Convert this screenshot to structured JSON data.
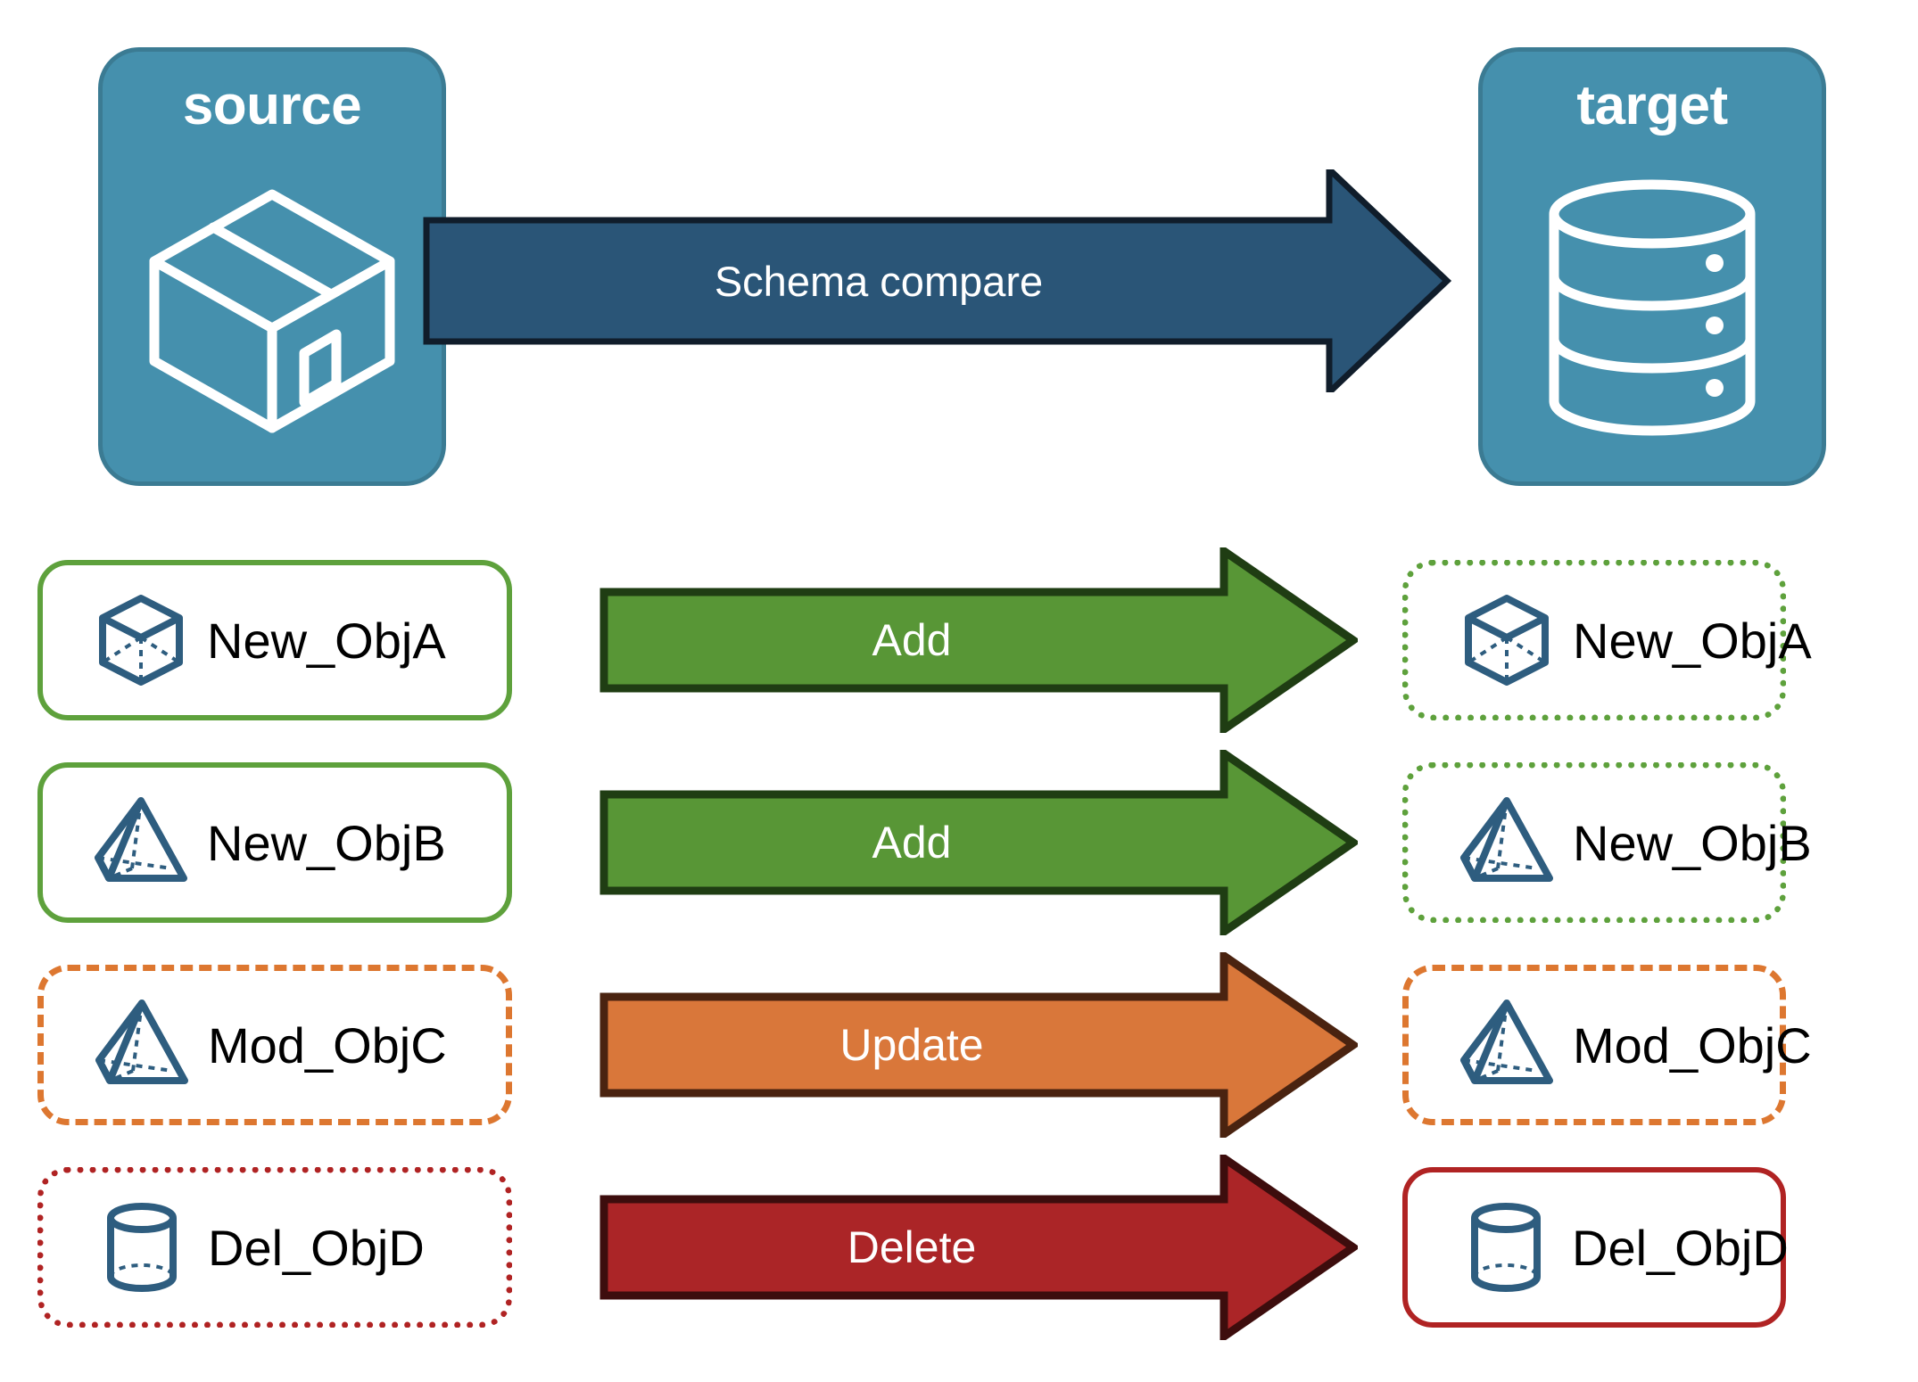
{
  "diagram": {
    "title": "Schema compare flow",
    "endpoints": {
      "source": {
        "label": "source",
        "icon": "package-box-icon",
        "fill": "#4590ad"
      },
      "target": {
        "label": "target",
        "icon": "database-cylinder-icon",
        "fill": "#4590ad"
      }
    },
    "main_arrow": {
      "label": "Schema compare",
      "fill": "#2a5577",
      "stroke": "#101d2b",
      "direction": "left-to-right"
    },
    "rows": [
      {
        "source": {
          "name": "New_ObjA",
          "icon": "wireframe-cube-icon",
          "border_style": "solid",
          "border_color": "#5ea13c"
        },
        "action": {
          "label": "Add",
          "fill": "#589636",
          "stroke": "#1f3d13"
        },
        "target": {
          "name": "New_ObjA",
          "icon": "wireframe-cube-icon",
          "border_style": "dotted",
          "border_color": "#5ea13c"
        }
      },
      {
        "source": {
          "name": "New_ObjB",
          "icon": "wireframe-pyramid-icon",
          "border_style": "solid",
          "border_color": "#5ea13c"
        },
        "action": {
          "label": "Add",
          "fill": "#589636",
          "stroke": "#1f3d13"
        },
        "target": {
          "name": "New_ObjB",
          "icon": "wireframe-pyramid-icon",
          "border_style": "dotted",
          "border_color": "#5ea13c"
        }
      },
      {
        "source": {
          "name": "Mod_ObjC",
          "icon": "wireframe-pyramid-icon",
          "border_style": "dashed",
          "border_color": "#dd7730"
        },
        "action": {
          "label": "Update",
          "fill": "#d9773a",
          "stroke": "#4a2310"
        },
        "target": {
          "name": "Mod_ObjC",
          "icon": "wireframe-pyramid-icon",
          "border_style": "dashed",
          "border_color": "#dd7730"
        }
      },
      {
        "source": {
          "name": "Del_ObjD",
          "icon": "wireframe-cylinder-icon",
          "border_style": "dotted",
          "border_color": "#b02323"
        },
        "action": {
          "label": "Delete",
          "fill": "#ab2527",
          "stroke": "#3d0d0d"
        },
        "target": {
          "name": "Del_ObjD",
          "icon": "wireframe-cylinder-icon",
          "border_style": "solid",
          "border_color": "#b02323"
        }
      }
    ],
    "palette": {
      "endpoint_blue": "#4590ad",
      "icon_blue": "#2e5d7f",
      "green": "#589636",
      "orange": "#d9773a",
      "red": "#ab2527",
      "dark_blue": "#2a5577"
    }
  }
}
